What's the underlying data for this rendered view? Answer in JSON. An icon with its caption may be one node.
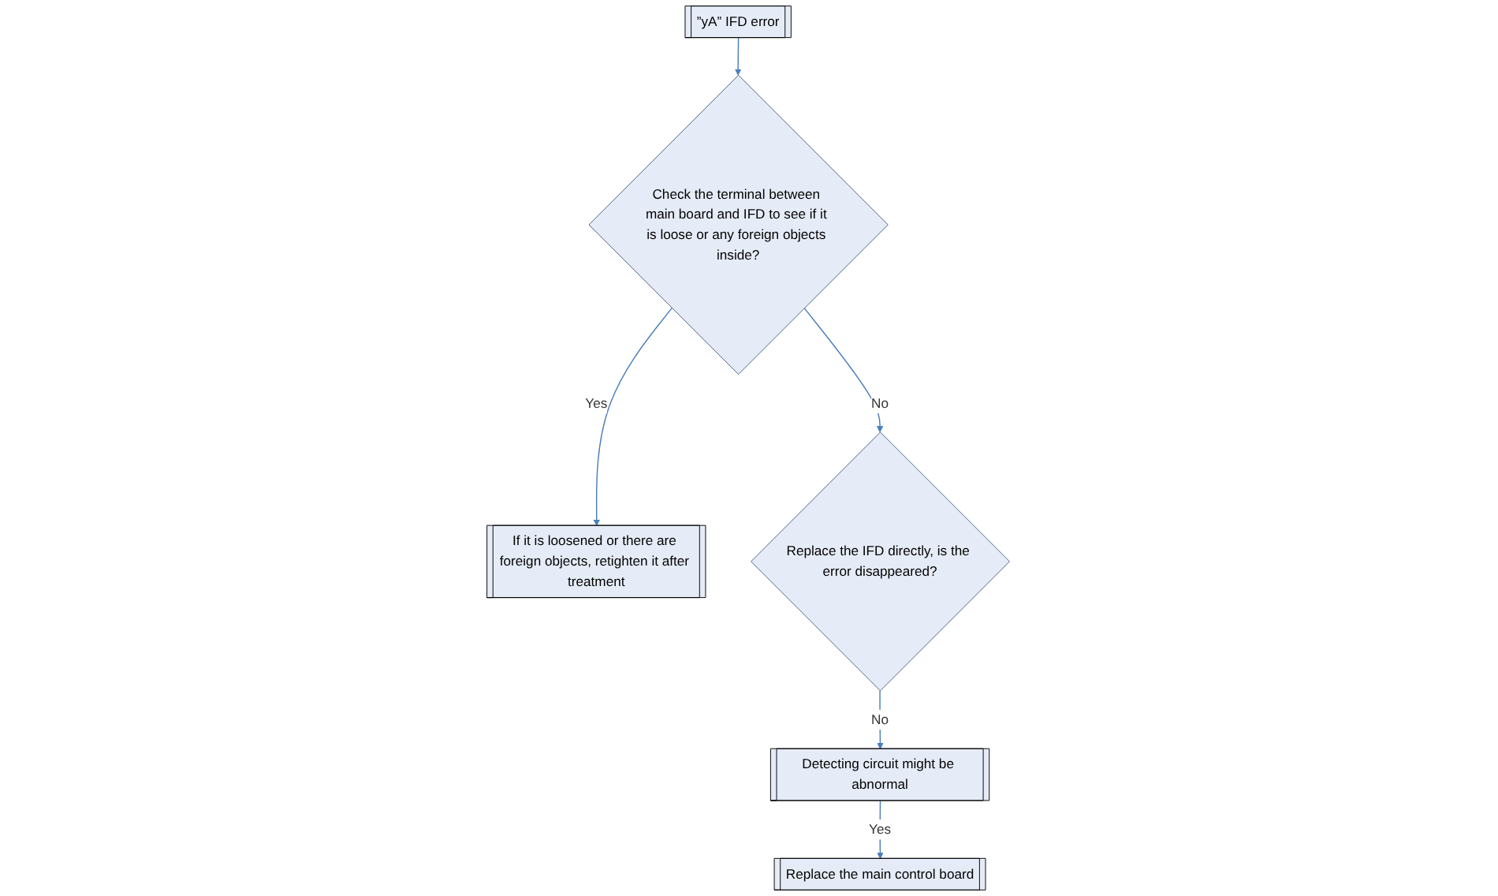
{
  "diagram": {
    "nodes": [
      {
        "text": [
          "”yA” IFD error"
        ]
      },
      {
        "text": [
          "Check the terminal between main board and IFD to see if it is loose or any foreign objects inside?"
        ]
      },
      {
        "text": [
          "If it is loosened or there are foreign objects, retighten it after treatment"
        ]
      },
      {
        "text": [
          "Replace the IFD directly, is the error disappeared?"
        ]
      },
      {
        "text": [
          "Detecting circuit might be abnormal"
        ]
      },
      {
        "text": [
          "Replace the main control board"
        ]
      }
    ],
    "edges": [
      {
        "from": 0,
        "to": 1,
        "arrow": "to"
      },
      {
        "from": 1,
        "to": 2,
        "arrow": "to",
        "label": "Yes"
      },
      {
        "from": 1,
        "to": 3,
        "arrow": "to",
        "label": "No"
      },
      {
        "from": 3,
        "to": 4,
        "arrow": "to",
        "label": "No"
      },
      {
        "from": 4,
        "to": 5,
        "arrow": "to",
        "label": "Yes"
      }
    ]
  }
}
